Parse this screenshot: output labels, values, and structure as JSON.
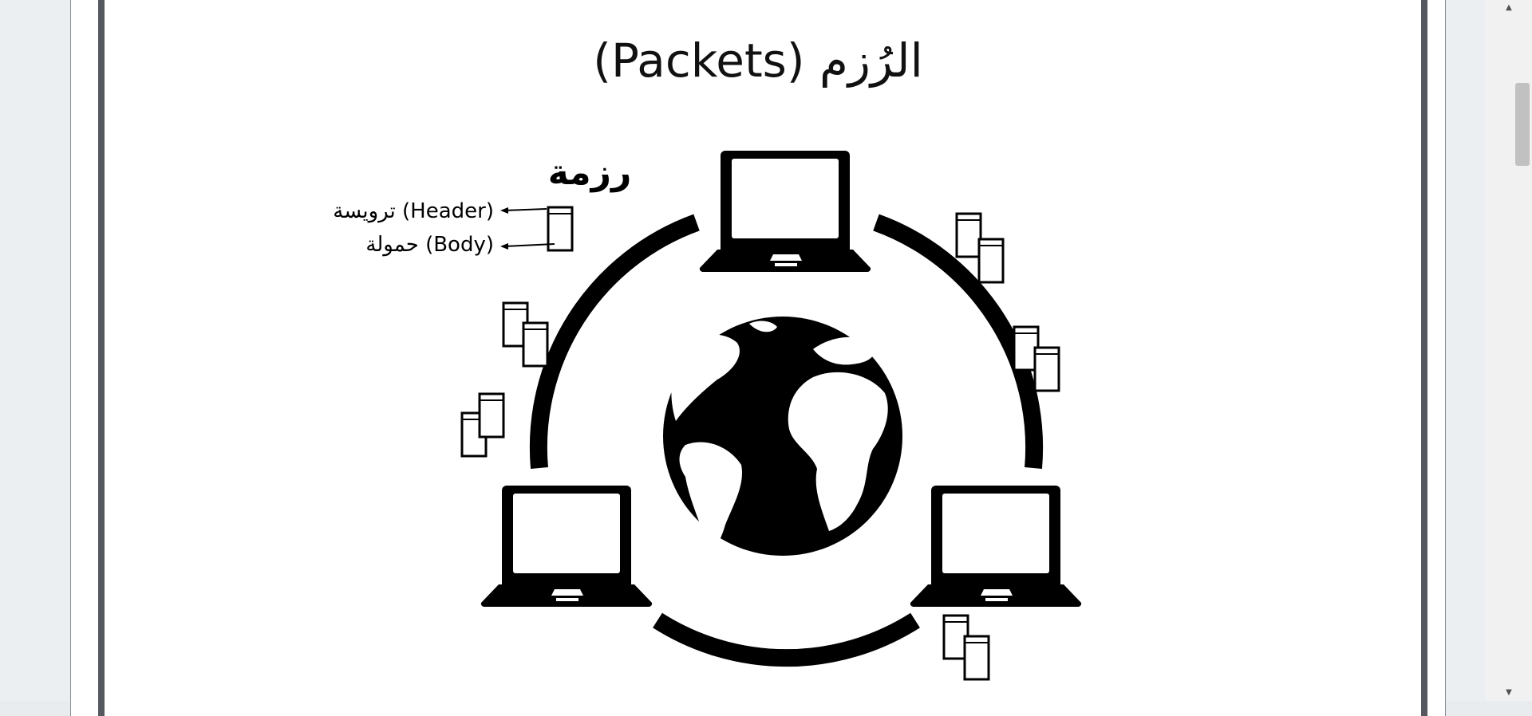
{
  "document": {
    "title": "الرُزم (Packets)",
    "diagram": {
      "packet_label": "رزمة",
      "header_label": "ترويسة (Header)",
      "body_label": "حمولة (Body)"
    }
  },
  "icons": {
    "laptop": "laptop-icon",
    "globe": "globe-icon",
    "packet": "packet-icon"
  },
  "colors": {
    "ink": "#000000",
    "page_border": "#55585f",
    "viewer_bg": "#eceff2"
  },
  "scrollbar": {
    "up_arrow": "▲",
    "down_arrow": "▼"
  }
}
